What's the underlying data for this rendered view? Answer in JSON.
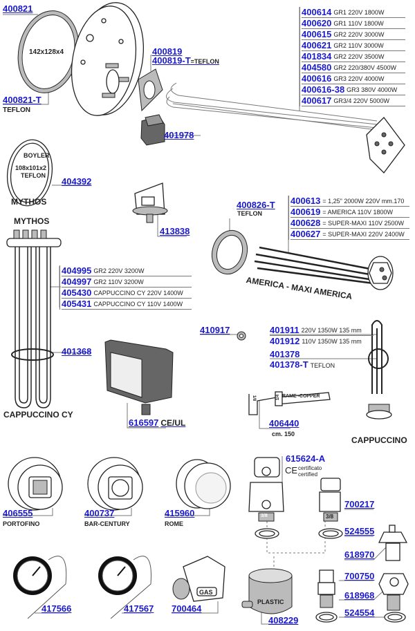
{
  "title": "Heating elements, gaskets, pressure switches, gauges and valves — exploded parts diagram",
  "parts": {
    "p400821": {
      "code": "400821"
    },
    "p400821t": {
      "code": "400821-T",
      "note": "TEFLON"
    },
    "gasket_size_1": "142x128x4",
    "p400819": {
      "code": "400819"
    },
    "p400819t": {
      "code": "400819-T",
      "note": "=TEFLON"
    },
    "p401978": {
      "code": "401978"
    },
    "element_list_1": [
      {
        "code": "400614",
        "desc": "GR1 220V 1800W"
      },
      {
        "code": "400620",
        "desc": "GR1 110V 1800W"
      },
      {
        "code": "400615",
        "desc": "GR2 220V 3000W"
      },
      {
        "code": "400621",
        "desc": "GR2 110V 3000W"
      },
      {
        "code": "401834",
        "desc": "GR2 220V 3500W"
      },
      {
        "code": "404580",
        "desc": "GR2 220/380V 4500W"
      },
      {
        "code": "400616",
        "desc": "GR3 220V 4000W"
      },
      {
        "code": "400616-38",
        "desc": "GR3 380V 4000W"
      },
      {
        "code": "400617",
        "desc": "GR3/4 220V 5000W"
      }
    ],
    "boyler_gasket": {
      "line1": "BOYLER",
      "line2": "108x101x2",
      "line3": "TEFLON"
    },
    "p404392": {
      "code": "404392"
    },
    "mythos_1": "MYTHOS",
    "mythos_2": "MYTHOS",
    "p413838": {
      "code": "413838"
    },
    "p400826t": {
      "code": "400826-T",
      "note": "TEFLON"
    },
    "element_list_2": [
      {
        "code": "400613",
        "desc": "= 1,25\" 2000W 220V mm.170"
      },
      {
        "code": "400619",
        "desc": "= AMERICA 110V 1800W"
      },
      {
        "code": "400628",
        "desc": "= SUPER-MAXI 110V 2500W"
      },
      {
        "code": "400627",
        "desc": "= SUPER-MAXI 220V 2400W"
      }
    ],
    "america_label": "AMERICA - MAXI AMERICA",
    "element_list_3": [
      {
        "code": "404995",
        "desc": "GR2 220V 3200W"
      },
      {
        "code": "404997",
        "desc": "GR2 110V 3200W"
      },
      {
        "code": "405430",
        "desc": "CAPPUCCINO CY 220V 1400W"
      },
      {
        "code": "405431",
        "desc": "CAPPUCCINO CY 110V 1400W"
      }
    ],
    "p401368": {
      "code": "401368"
    },
    "cappuccino_cy": "CAPPUCCINO CY",
    "p616597": {
      "code": "616597",
      "note": "CE/UL"
    },
    "p410917": {
      "code": "410917"
    },
    "element_list_4": [
      {
        "code": "401911",
        "desc": "220V 1350W 135 mm"
      },
      {
        "code": "401912",
        "desc": "110V 1350W 135 mm"
      }
    ],
    "p401378": {
      "code": "401378"
    },
    "p401378t": {
      "code": "401378-T",
      "note": "TEFLON"
    },
    "copper_tube": {
      "label": "RAME -COPPER",
      "thread_a": "1/8",
      "thread_b": "1/4"
    },
    "p406440": {
      "code": "406440",
      "note": "cm. 150"
    },
    "cappuccino": "CAPPUCCINO",
    "p406555": {
      "code": "406555",
      "note": "PORTOFINO"
    },
    "p400737": {
      "code": "400737",
      "note": "BAR-CENTURY"
    },
    "p415960": {
      "code": "415960",
      "note": "ROME"
    },
    "p615624a": {
      "code": "615624-A",
      "ce": "CE",
      "note1": "certificato",
      "note2": "certified",
      "thread": "3/8"
    },
    "p700217": {
      "code": "700217",
      "thread": "3/8"
    },
    "p524555": {
      "code": "524555"
    },
    "p618970": {
      "code": "618970"
    },
    "p417566": {
      "code": "417566"
    },
    "p417567": {
      "code": "417567"
    },
    "p700464": {
      "code": "700464",
      "note": "GAS"
    },
    "p408229": {
      "code": "408229",
      "note": "PLASTIC"
    },
    "p700750": {
      "code": "700750"
    },
    "p618968": {
      "code": "618968"
    },
    "p524554": {
      "code": "524554"
    }
  }
}
